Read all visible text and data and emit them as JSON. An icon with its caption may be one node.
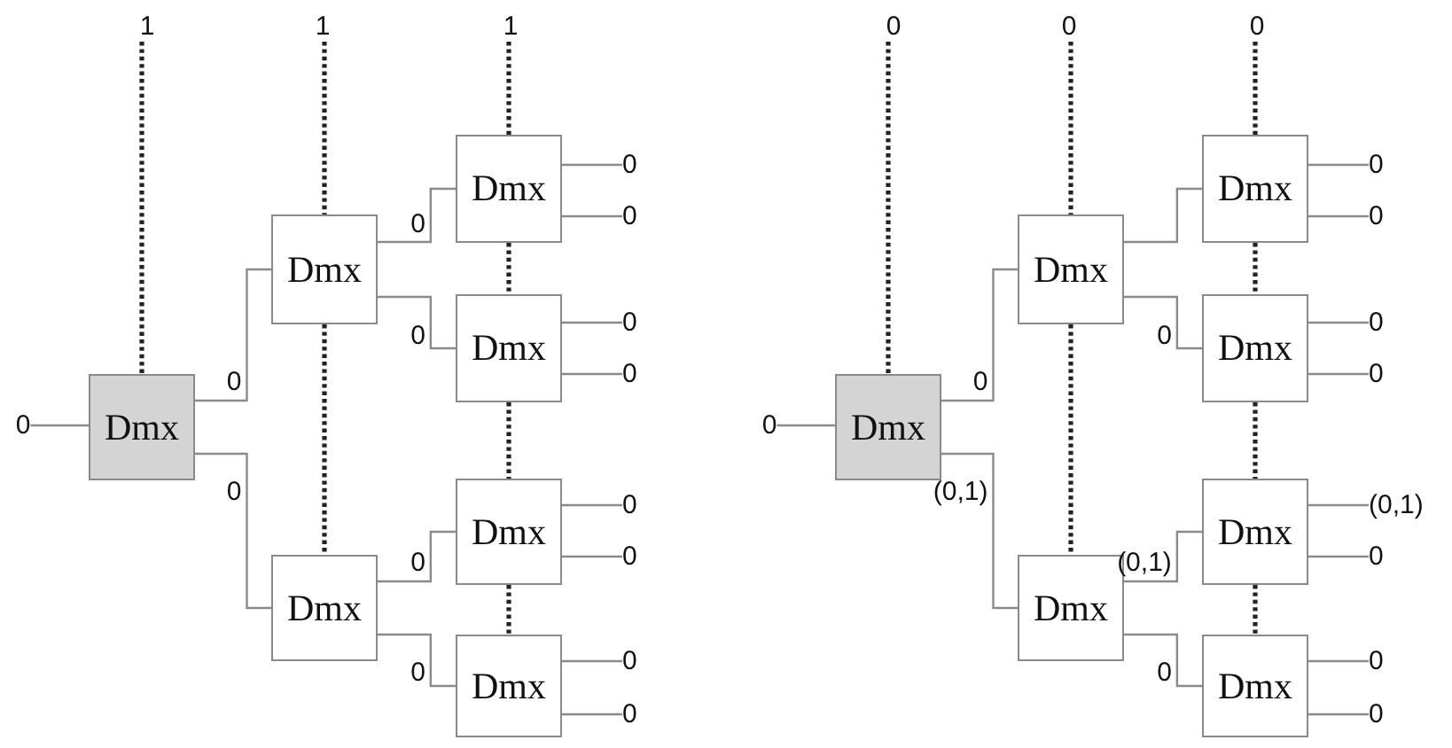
{
  "diagram": {
    "nodes": [
      {
        "text": [
          "1"
        ]
      },
      {
        "text": [
          "1"
        ]
      },
      {
        "text": [
          "1"
        ]
      },
      {
        "text": [
          "0"
        ]
      },
      {
        "text": [
          "Dmx"
        ]
      },
      {
        "text": [
          "Dmx"
        ]
      },
      {
        "text": [
          "Dmx"
        ]
      },
      {
        "text": [
          "Dmx"
        ]
      },
      {
        "text": [
          "Dmx"
        ]
      },
      {
        "text": [
          "Dmx"
        ]
      },
      {
        "text": [
          "Dmx"
        ]
      },
      {
        "text": [
          "0"
        ]
      },
      {
        "text": [
          "0"
        ]
      },
      {
        "text": [
          "0"
        ]
      },
      {
        "text": [
          "0"
        ]
      },
      {
        "text": [
          "0"
        ]
      },
      {
        "text": [
          "0"
        ]
      },
      {
        "text": [
          "0"
        ]
      },
      {
        "text": [
          "0"
        ]
      },
      {
        "text": [
          "0"
        ]
      },
      {
        "text": [
          "0"
        ]
      },
      {
        "text": [
          "0"
        ]
      },
      {
        "text": [
          "0"
        ]
      },
      {
        "text": [
          "Dmx"
        ]
      },
      {
        "text": [
          "Dmx"
        ]
      },
      {
        "text": [
          "Dmx"
        ]
      },
      {
        "text": [
          "Dmx"
        ]
      },
      {
        "text": [
          "Dmx"
        ]
      },
      {
        "text": [
          "Dmx"
        ]
      },
      {
        "text": [
          "Dmx"
        ]
      },
      {
        "text": [
          "0"
        ]
      },
      {
        "text": [
          "0"
        ]
      },
      {
        "text": [
          "0"
        ]
      },
      {
        "text": [
          "0"
        ]
      },
      {
        "text": [
          "(0,1)"
        ]
      },
      {
        "text": [
          "0"
        ]
      },
      {
        "text": [
          "0"
        ]
      },
      {
        "text": [
          "0"
        ]
      }
    ],
    "edges": [
      {
        "from": 0,
        "to": 4,
        "arrow": "none",
        "style": "dashed",
        "color": "#222222"
      },
      {
        "from": 1,
        "to": 5,
        "arrow": "none",
        "style": "dashed",
        "color": "#222222"
      },
      {
        "from": 5,
        "to": 6,
        "arrow": "none",
        "style": "dashed",
        "color": "#222222"
      },
      {
        "from": 2,
        "to": 7,
        "arrow": "none",
        "style": "dashed",
        "color": "#222222"
      },
      {
        "from": 7,
        "to": 8,
        "arrow": "none",
        "style": "dashed",
        "color": "#222222"
      },
      {
        "from": 8,
        "to": 9,
        "arrow": "none",
        "style": "dashed",
        "color": "#222222"
      },
      {
        "from": 9,
        "to": 10,
        "arrow": "none",
        "style": "dashed",
        "color": "#222222"
      },
      {
        "from": 3,
        "to": 4,
        "arrow": "none"
      },
      {
        "from": 4,
        "to": 5,
        "arrow": "none",
        "label": "0"
      },
      {
        "from": 4,
        "to": 6,
        "arrow": "none",
        "label": "0"
      },
      {
        "from": 5,
        "to": 7,
        "arrow": "none",
        "label": "0"
      },
      {
        "from": 5,
        "to": 8,
        "arrow": "none",
        "label": "0"
      },
      {
        "from": 6,
        "to": 9,
        "arrow": "none",
        "label": "0"
      },
      {
        "from": 6,
        "to": 10,
        "arrow": "none",
        "label": "0"
      },
      {
        "from": 7,
        "to": 11,
        "arrow": "none"
      },
      {
        "from": 7,
        "to": 12,
        "arrow": "none"
      },
      {
        "from": 8,
        "to": 13,
        "arrow": "none"
      },
      {
        "from": 8,
        "to": 14,
        "arrow": "none"
      },
      {
        "from": 9,
        "to": 15,
        "arrow": "none"
      },
      {
        "from": 9,
        "to": 16,
        "arrow": "none"
      },
      {
        "from": 10,
        "to": 17,
        "arrow": "none"
      },
      {
        "from": 10,
        "to": 18,
        "arrow": "none"
      },
      {
        "from": 19,
        "to": 23,
        "arrow": "none",
        "style": "dashed",
        "color": "#222222"
      },
      {
        "from": 20,
        "to": 24,
        "arrow": "none",
        "style": "dashed",
        "color": "#222222"
      },
      {
        "from": 24,
        "to": 25,
        "arrow": "none",
        "style": "dashed",
        "color": "#222222"
      },
      {
        "from": 21,
        "to": 26,
        "arrow": "none",
        "style": "dashed",
        "color": "#222222"
      },
      {
        "from": 26,
        "to": 27,
        "arrow": "none",
        "style": "dashed",
        "color": "#222222"
      },
      {
        "from": 27,
        "to": 28,
        "arrow": "none",
        "style": "dashed",
        "color": "#222222"
      },
      {
        "from": 28,
        "to": 29,
        "arrow": "none",
        "style": "dashed",
        "color": "#222222"
      },
      {
        "from": 22,
        "to": 23,
        "arrow": "none"
      },
      {
        "from": 23,
        "to": 24,
        "arrow": "none",
        "label": "0"
      },
      {
        "from": 23,
        "to": 25,
        "arrow": "none",
        "label": "(0,1)"
      },
      {
        "from": 24,
        "to": 26,
        "arrow": "none"
      },
      {
        "from": 24,
        "to": 27,
        "arrow": "none",
        "label": "0"
      },
      {
        "from": 25,
        "to": 28,
        "arrow": "none",
        "label": "(0,1)"
      },
      {
        "from": 25,
        "to": 29,
        "arrow": "none",
        "label": "0"
      },
      {
        "from": 26,
        "to": 30,
        "arrow": "none"
      },
      {
        "from": 26,
        "to": 31,
        "arrow": "none"
      },
      {
        "from": 27,
        "to": 32,
        "arrow": "none"
      },
      {
        "from": 27,
        "to": 33,
        "arrow": "none"
      },
      {
        "from": 28,
        "to": 34,
        "arrow": "none"
      },
      {
        "from": 28,
        "to": 35,
        "arrow": "none"
      },
      {
        "from": 29,
        "to": 36,
        "arrow": "none"
      },
      {
        "from": 29,
        "to": 37,
        "arrow": "none"
      }
    ]
  }
}
